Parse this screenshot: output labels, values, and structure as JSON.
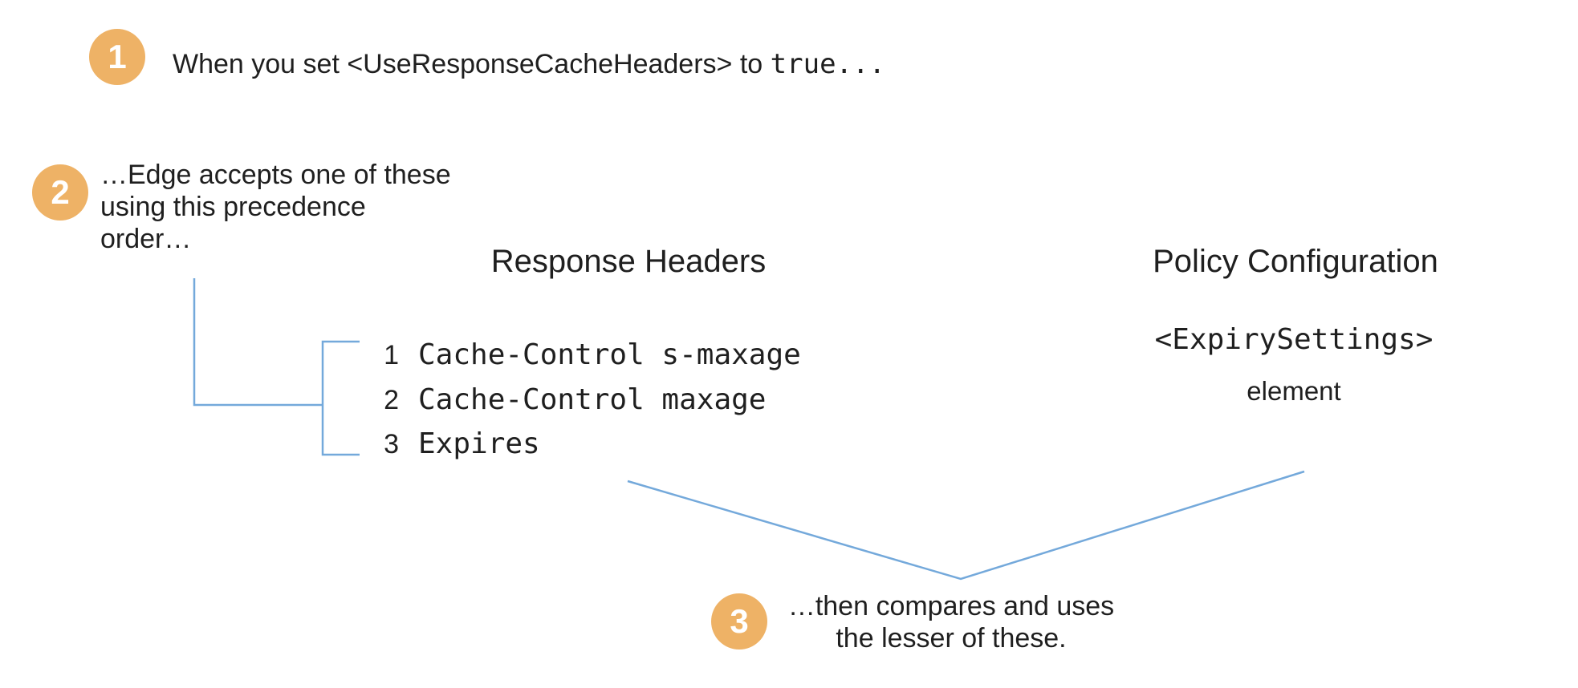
{
  "colors": {
    "badge": "#EEB266",
    "badge_text": "#FFFFFF",
    "connector": "#74A9DB",
    "text": "#1F1F1F"
  },
  "steps": {
    "step1": {
      "badge": "1",
      "text_plain": "When you set <UseResponseCacheHeaders> to ",
      "text_code": "true..."
    },
    "step2": {
      "badge": "2",
      "lines": [
        "…Edge accepts one of these",
        "using this precedence",
        "order…"
      ]
    },
    "step3": {
      "badge": "3",
      "lines": [
        "…then compares and uses",
        "the lesser of these."
      ]
    }
  },
  "columns": {
    "response_headers": {
      "heading": "Response Headers",
      "items": [
        {
          "rank": "1",
          "value": "Cache-Control s-maxage"
        },
        {
          "rank": "2",
          "value": "Cache-Control maxage"
        },
        {
          "rank": "3",
          "value": "Expires"
        }
      ]
    },
    "policy_configuration": {
      "heading": "Policy Configuration",
      "code": "<ExpirySettings>",
      "label": "element"
    }
  }
}
